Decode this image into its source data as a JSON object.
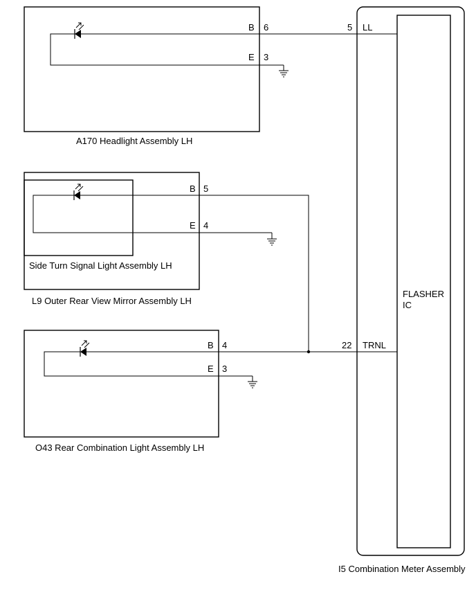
{
  "components": {
    "headlight": {
      "label": "A170   Headlight Assembly LH",
      "pin_b_letter": "B",
      "pin_b_num": "6",
      "pin_e_letter": "E",
      "pin_e_num": "3"
    },
    "mirror": {
      "label": "L9  Outer Rear View Mirror Assembly LH",
      "inner_label": "Side Turn Signal Light Assembly LH",
      "pin_b_letter": "B",
      "pin_b_num": "5",
      "pin_e_letter": "E",
      "pin_e_num": "4"
    },
    "rear_combo": {
      "label": "O43  Rear Combination Light Assembly LH",
      "pin_b_letter": "B",
      "pin_b_num": "4",
      "pin_e_letter": "E",
      "pin_e_num": "3"
    },
    "meter": {
      "label": "I5   Combination Meter Assembly",
      "ic_line1": "FLASHER",
      "ic_line2": "IC",
      "pin_ll_num": "5",
      "pin_ll_name": "LL",
      "pin_trnl_num": "22",
      "pin_trnl_name": "TRNL"
    }
  }
}
